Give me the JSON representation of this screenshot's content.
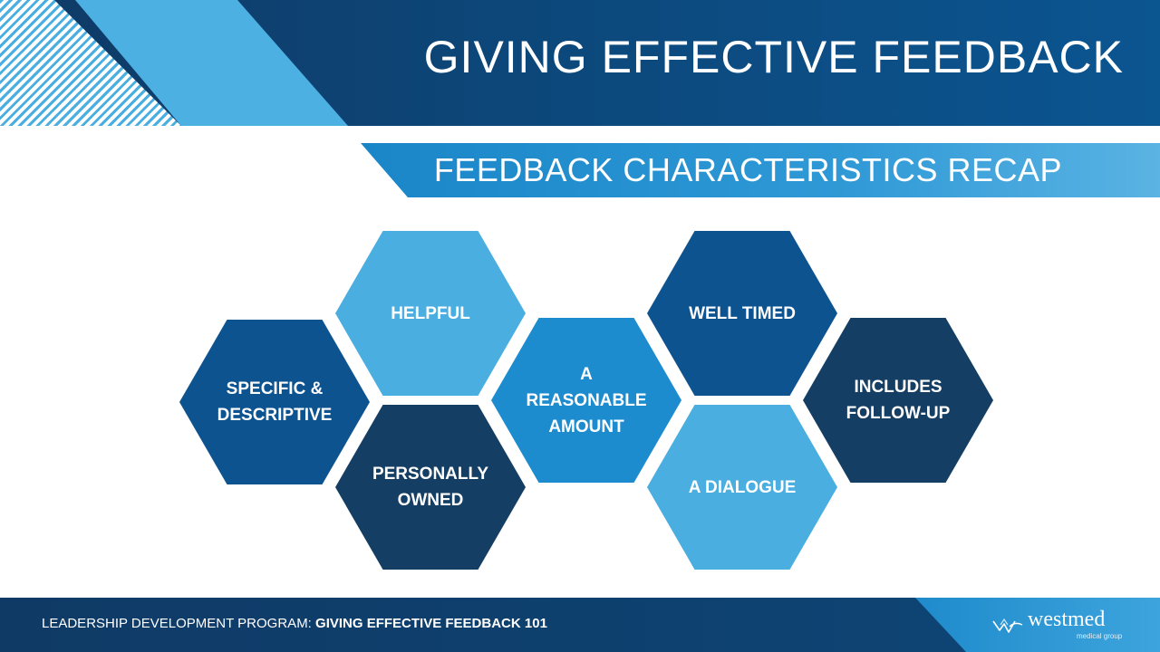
{
  "title": "GIVING EFFECTIVE FEEDBACK",
  "subtitle": "FEEDBACK CHARACTERISTICS RECAP",
  "hexagons": [
    {
      "label": "SPECIFIC &\nDESCRIPTIVE",
      "color": "#0d5390"
    },
    {
      "label": "HELPFUL",
      "color": "#4aaee0"
    },
    {
      "label": "PERSONALLY\nOWNED",
      "color": "#143e63"
    },
    {
      "label": "A REASONABLE\nAMOUNT",
      "color": "#1d8ccf"
    },
    {
      "label": "WELL TIMED",
      "color": "#0d5390"
    },
    {
      "label": "A DIALOGUE",
      "color": "#4aaee0"
    },
    {
      "label": "INCLUDES\nFOLLOW-UP",
      "color": "#143e63"
    }
  ],
  "footer": {
    "program_label": "LEADERSHIP DEVELOPMENT PROGRAM: ",
    "course_name": "GIVING EFFECTIVE FEEDBACK 101"
  },
  "brand": {
    "name": "westmed",
    "tagline": "medical group",
    "logo_icon": "wave-birds-icon"
  },
  "colors": {
    "dark_navy": "#0f3a66",
    "mid_blue": "#1d8ccf",
    "light_blue": "#4aaee0"
  }
}
